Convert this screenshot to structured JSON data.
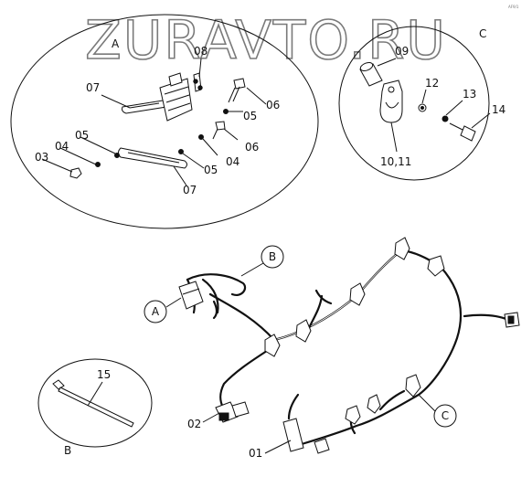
{
  "watermark": "ZURAVTO.RU",
  "tiny_mark": "AF9/1",
  "callouts": {
    "A": "A",
    "B": "B",
    "C": "C"
  },
  "part_labels": {
    "p01": "01",
    "p02": "02",
    "p03": "03",
    "p04a": "04",
    "p04b": "04",
    "p05a": "05",
    "p05b": "05",
    "p05c": "05",
    "p06a": "06",
    "p06b": "06",
    "p07a": "07",
    "p07b": "07",
    "p08": "08",
    "p09": "09",
    "p10_11": "10,11",
    "p12": "12",
    "p13": "13",
    "p14": "14",
    "p15": "15"
  }
}
